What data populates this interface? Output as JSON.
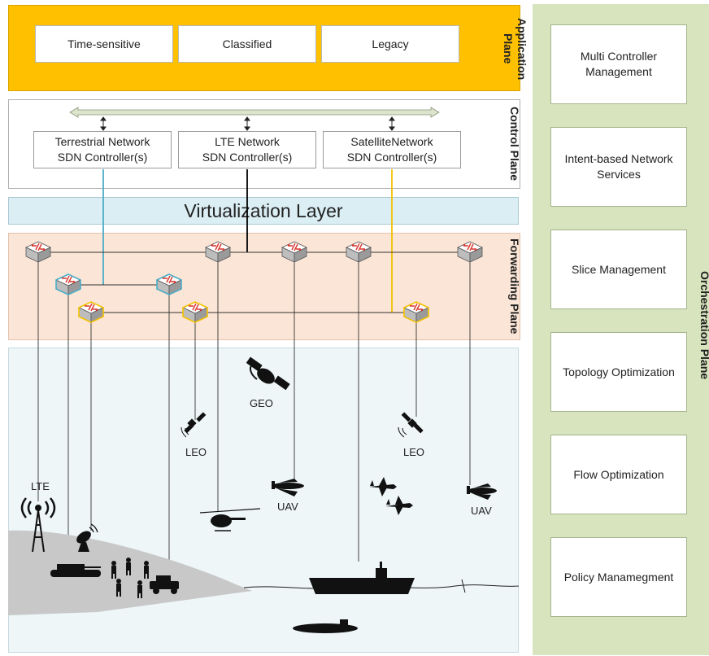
{
  "application_plane": {
    "label": "Application Plane",
    "apps": [
      "Time-sensitive",
      "Classified",
      "Legacy"
    ]
  },
  "control_plane": {
    "label": "Control Plane",
    "controllers": [
      {
        "line1": "Terrestrial Network",
        "line2": "SDN Controller(s)"
      },
      {
        "line1": "LTE Network",
        "line2": "SDN Controller(s)"
      },
      {
        "line1": "SatelliteNetwork",
        "line2": "SDN Controller(s)"
      }
    ]
  },
  "virtualization_layer": {
    "label": "Virtualization Layer"
  },
  "forwarding_plane": {
    "label": "Forwarding Plane"
  },
  "orchestration_plane": {
    "label": "Orchestration Plane",
    "items": [
      {
        "line1": "Multi Controller",
        "line2": "Management"
      },
      {
        "line1": "Intent-based Network",
        "line2": "Services"
      },
      {
        "line1": "Slice Management",
        "line2": ""
      },
      {
        "line1": "Topology Optimization",
        "line2": ""
      },
      {
        "line1": "Flow Optimization",
        "line2": ""
      },
      {
        "line1": "Policy Manamegment",
        "line2": ""
      }
    ]
  },
  "physical_labels": {
    "geo": "GEO",
    "leo_left": "LEO",
    "leo_right": "LEO",
    "lte": "LTE",
    "uav_center": "UAV",
    "uav_right": "UAV"
  },
  "colors": {
    "application_bg": "#ffc000",
    "forwarding_bg": "#fbe5d6",
    "virtualization_bg": "#dbeef4",
    "orchestration_bg": "#d7e4bd",
    "terrestrial_link": "#4bacc6",
    "satellite_link": "#f2c100",
    "lte_link": "#000000"
  }
}
